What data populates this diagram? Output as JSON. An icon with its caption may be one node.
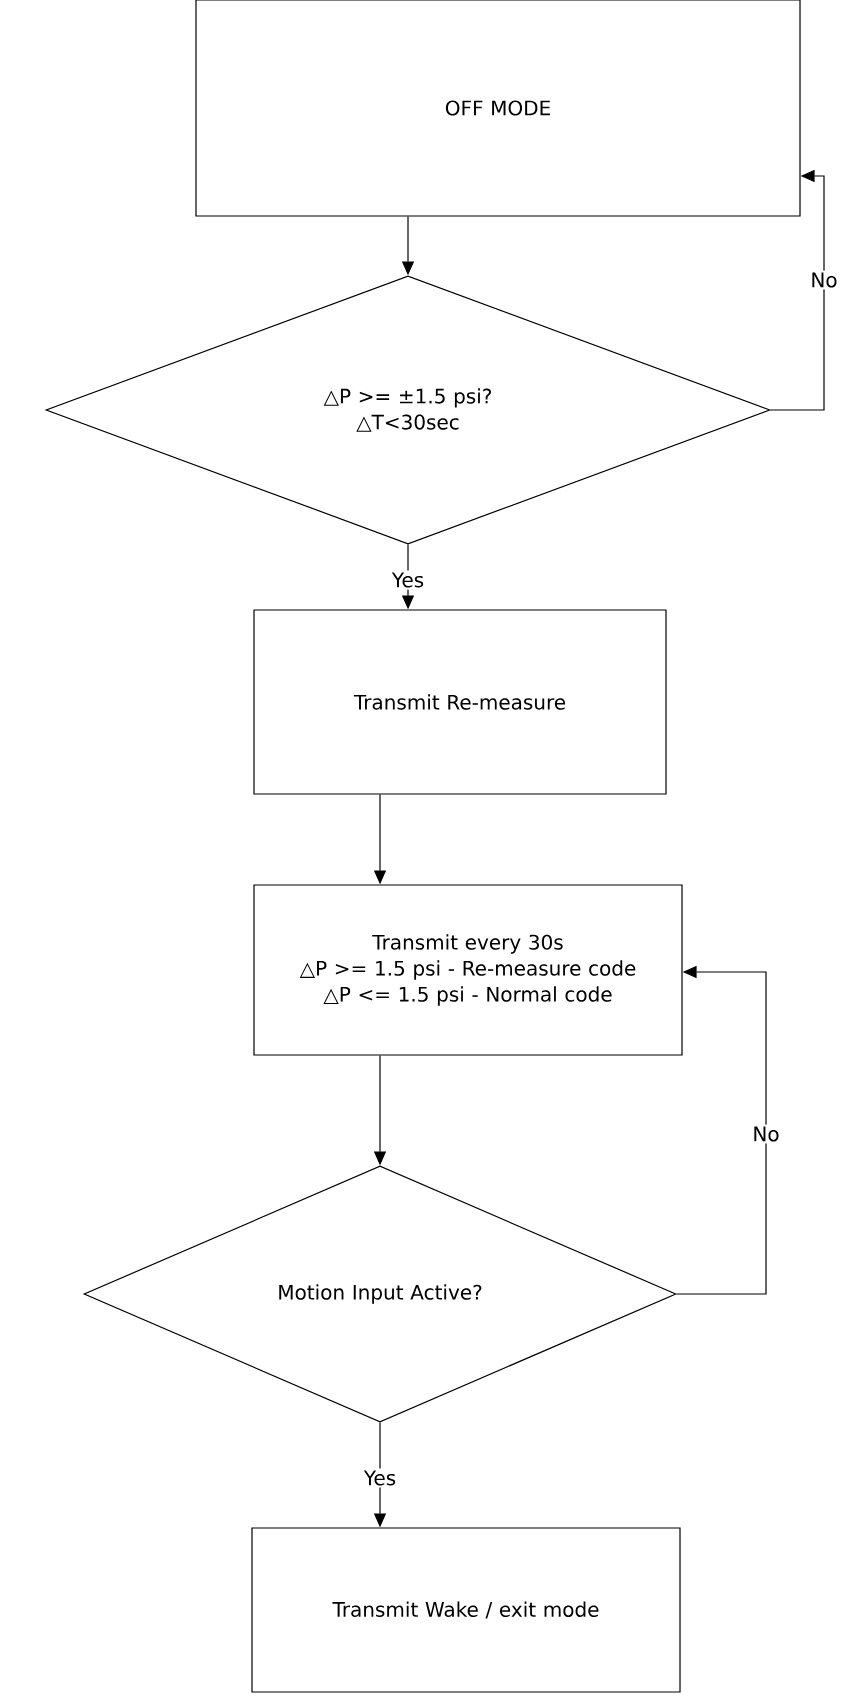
{
  "diagram": {
    "nodes": [
      {
        "text": [
          "OFF MODE"
        ]
      },
      {
        "text": [
          "△P >= ±1.5 psi?",
          "△T<30sec"
        ]
      },
      {
        "text": [
          "Transmit Re-measure"
        ]
      },
      {
        "text": [
          "Transmit every 30s",
          "△P >= 1.5 psi - Re-measure code",
          "△P <= 1.5 psi - Normal code"
        ]
      },
      {
        "text": [
          "Motion Input Active?"
        ]
      },
      {
        "text": [
          "Transmit Wake / exit mode"
        ]
      }
    ],
    "edges": [
      {
        "from": 0,
        "to": 1,
        "arrow": "to"
      },
      {
        "from": 1,
        "to": 0,
        "arrow": "to",
        "label": "No"
      },
      {
        "from": 1,
        "to": 2,
        "arrow": "to",
        "label": "Yes"
      },
      {
        "from": 2,
        "to": 3,
        "arrow": "to"
      },
      {
        "from": 3,
        "to": 4,
        "arrow": "to"
      },
      {
        "from": 4,
        "to": 3,
        "arrow": "to",
        "label": "No"
      },
      {
        "from": 4,
        "to": 5,
        "arrow": "to",
        "label": "Yes"
      }
    ]
  }
}
